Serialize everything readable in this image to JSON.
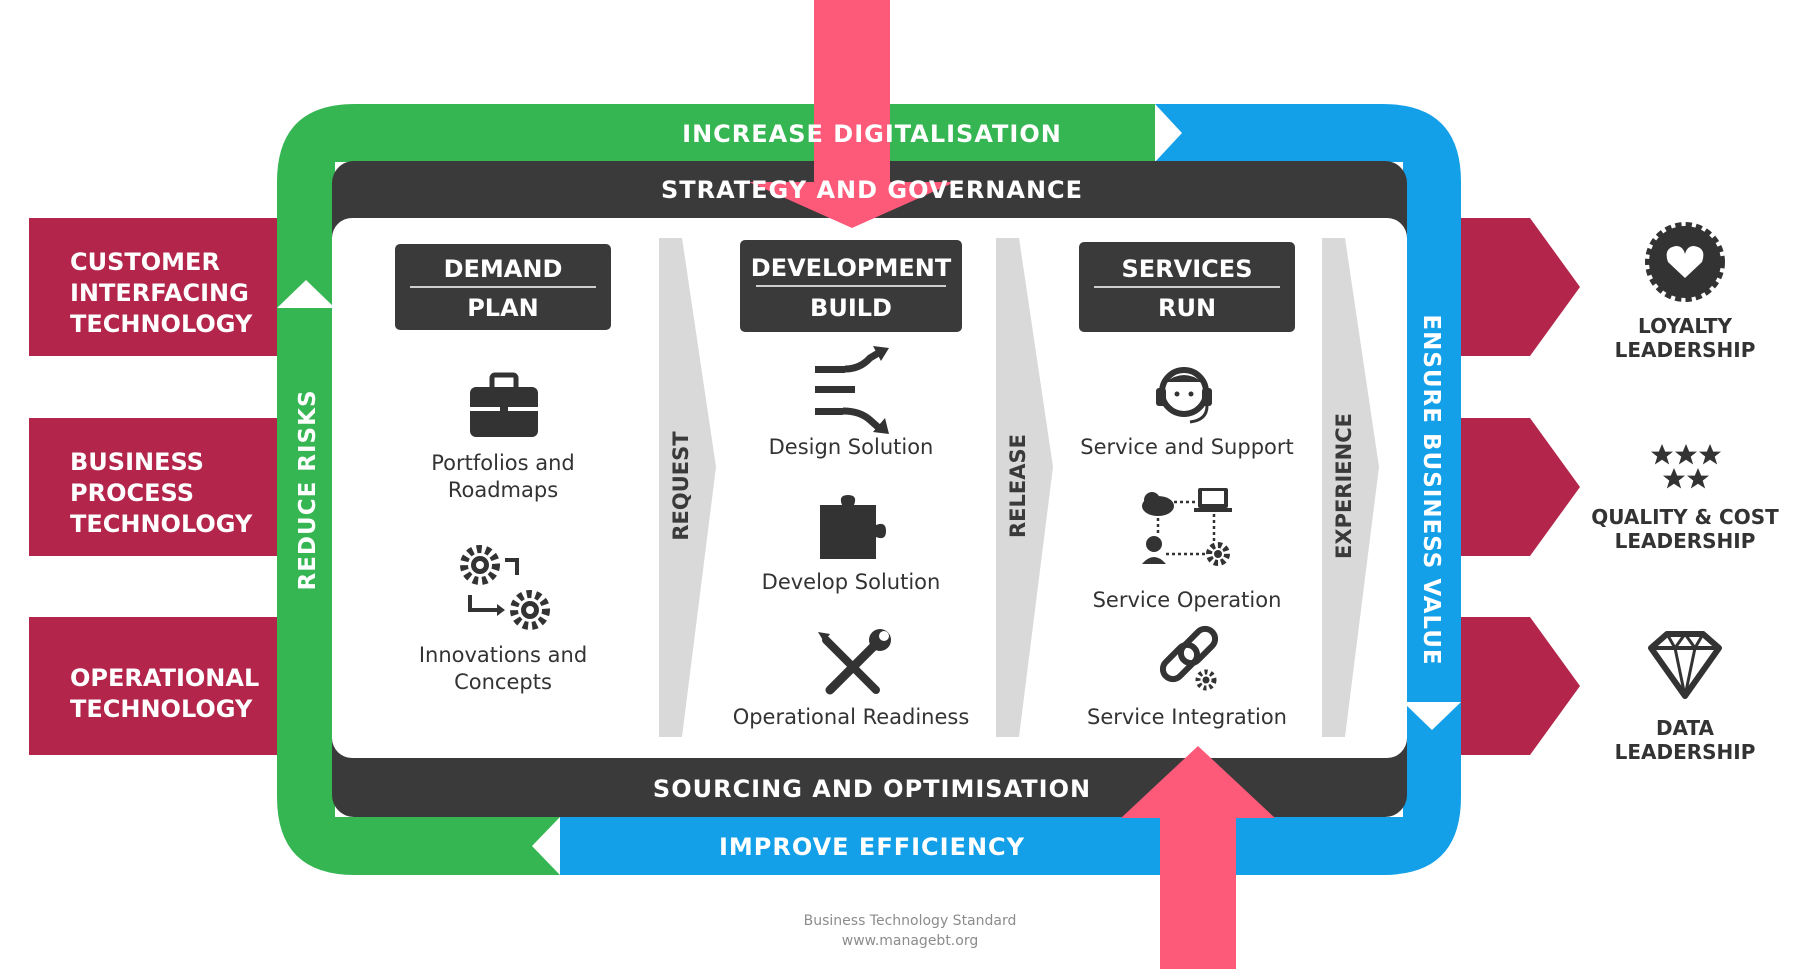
{
  "top_banner": "INCREASE DIGITALISATION",
  "bottom_banner": "IMPROVE EFFICIENCY",
  "left_banner": "REDUCE RISKS",
  "right_banner": "ENSURE BUSINESS VALUE",
  "governance_bar": "STRATEGY AND GOVERNANCE",
  "sourcing_bar": "SOURCING AND OPTIMISATION",
  "inputs": [
    {
      "lines": [
        "CUSTOMER",
        "INTERFACING",
        "TECHNOLOGY"
      ]
    },
    {
      "lines": [
        "BUSINESS",
        "PROCESS",
        "TECHNOLOGY"
      ]
    },
    {
      "lines": [
        "OPERATIONAL",
        "TECHNOLOGY"
      ]
    }
  ],
  "outputs": [
    {
      "icon": "heart-badge-icon",
      "lines": [
        "LOYALTY",
        "LEADERSHIP"
      ]
    },
    {
      "icon": "stars-icon",
      "lines": [
        "QUALITY & COST",
        "LEADERSHIP"
      ]
    },
    {
      "icon": "diamond-icon",
      "lines": [
        "DATA",
        "LEADERSHIP"
      ]
    }
  ],
  "columns": [
    {
      "title": "DEMAND",
      "subtitle": "PLAN",
      "items": [
        {
          "icon": "briefcase-icon",
          "lines": [
            "Portfolios and",
            "Roadmaps"
          ]
        },
        {
          "icon": "gears-cycle-icon",
          "lines": [
            "Innovations and",
            "Concepts"
          ]
        }
      ]
    },
    {
      "title": "DEVELOPMENT",
      "subtitle": "BUILD",
      "items": [
        {
          "icon": "shuffle-arrows-icon",
          "lines": [
            "Design Solution"
          ]
        },
        {
          "icon": "puzzle-icon",
          "lines": [
            "Develop Solution"
          ]
        },
        {
          "icon": "tools-icon",
          "lines": [
            "Operational Readiness"
          ]
        }
      ]
    },
    {
      "title": "SERVICES",
      "subtitle": "RUN",
      "items": [
        {
          "icon": "headset-icon",
          "lines": [
            "Service and Support"
          ]
        },
        {
          "icon": "network-operation-icon",
          "lines": [
            "Service Operation"
          ]
        },
        {
          "icon": "link-gear-icon",
          "lines": [
            "Service Integration"
          ]
        }
      ]
    }
  ],
  "transitions": [
    "REQUEST",
    "RELEASE",
    "EXPERIENCE"
  ],
  "footer": [
    "Business Technology Standard",
    "www.managebt.org"
  ],
  "colors": {
    "green": "#35b653",
    "blue": "#14a0e8",
    "crimson": "#b3254a",
    "pink": "#fd5a7a",
    "dark": "#3a3a3a",
    "chevron": "#d9d9d9"
  }
}
